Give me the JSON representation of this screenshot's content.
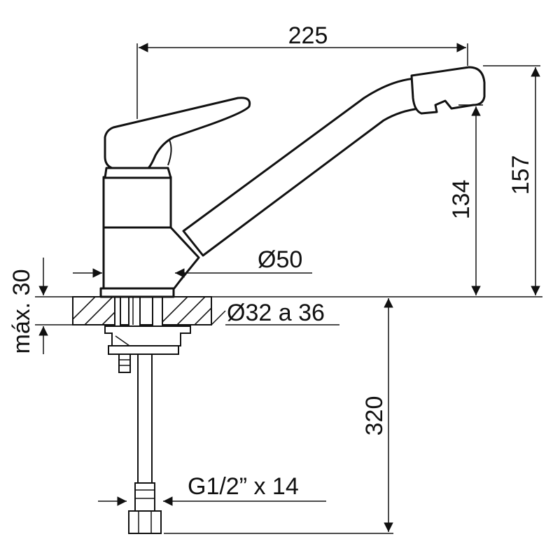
{
  "drawing": {
    "subject": "single-lever sink mixer tap dimensional drawing",
    "units": "mm",
    "dimensions": {
      "overall_reach": "225",
      "spout_height": "134",
      "overall_height": "157",
      "body_diameter": "Ø50",
      "hole_diameter": "Ø32 a 36",
      "max_deck_thickness": "máx. 30",
      "hose_length": "320",
      "hose_connection": "G1/2” x 14"
    }
  }
}
